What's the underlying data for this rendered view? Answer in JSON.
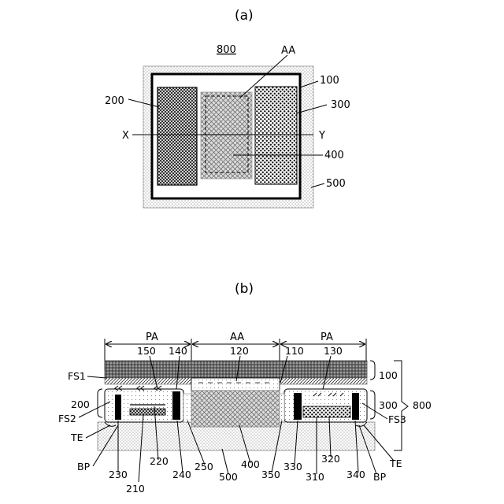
{
  "figure_a": {
    "title": "(a)",
    "ref": "800",
    "labels": {
      "aa": "AA",
      "l100": "100",
      "l200": "200",
      "l300": "300",
      "x": "X",
      "y": "Y",
      "l400": "400",
      "l500": "500"
    }
  },
  "figure_b": {
    "title": "(b)",
    "regions": {
      "pa_left": "PA",
      "aa": "AA",
      "pa_right": "PA"
    },
    "top_labels": {
      "l150": "150",
      "l140": "140",
      "l120": "120",
      "l110": "110",
      "l130": "130"
    },
    "left_labels": {
      "fs1": "FS1",
      "l200": "200",
      "fs2": "FS2",
      "te": "TE",
      "bp": "BP"
    },
    "right_labels": {
      "l100": "100",
      "l300": "300",
      "fs3": "FS3",
      "l800": "800"
    },
    "bottom_labels": {
      "l230": "230",
      "l210": "210",
      "l220": "220",
      "l240": "240",
      "l250": "250",
      "l500": "500",
      "l400": "400",
      "l350": "350",
      "l330": "330",
      "l310": "310",
      "l320": "320",
      "l340": "340",
      "bp": "BP",
      "te": "TE"
    }
  }
}
